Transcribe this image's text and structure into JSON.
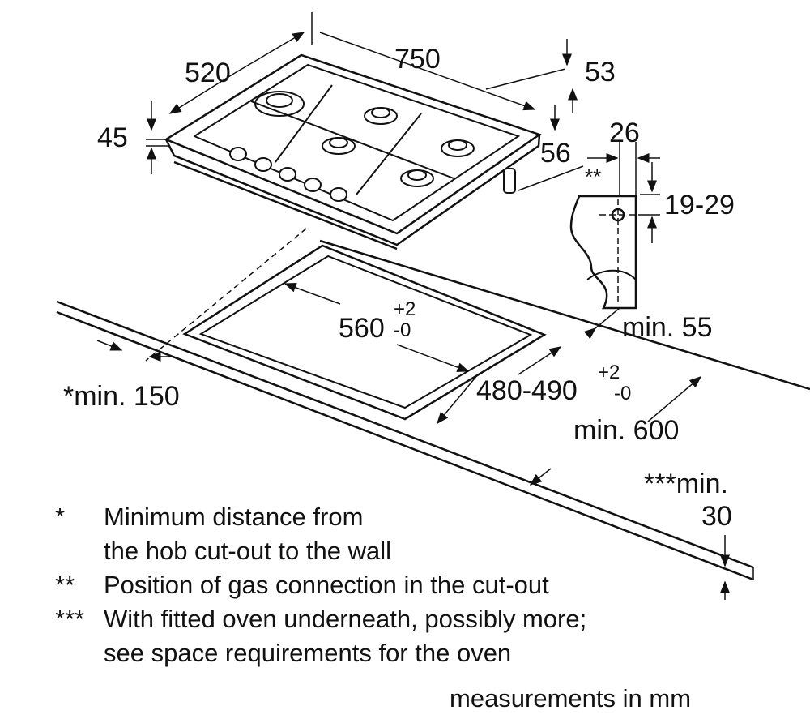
{
  "dimensions": {
    "hob_depth": "520",
    "hob_width": "750",
    "right_offset": "53",
    "hob_height": "45",
    "gas_offset": "56",
    "profile_width": "26",
    "gas_marker": "**",
    "gas_height": "19-29",
    "cutout_width": "560",
    "cutout_width_tol_plus": "+2",
    "cutout_width_tol_minus": "-0",
    "cutout_depth": "480-490",
    "cutout_depth_tol_plus": "+2",
    "cutout_depth_tol_minus": "-0",
    "min_back": "min. 55",
    "min_wall": "*min. 150",
    "min_worktop": "min. 600",
    "min_thickness_label": "***min.",
    "min_thickness_value": "30"
  },
  "notes": [
    {
      "marker": "*",
      "text": "Minimum distance from",
      "text2": "the hob cut-out to the wall"
    },
    {
      "marker": "**",
      "text": "Position of gas connection in the cut-out"
    },
    {
      "marker": "***",
      "text": "With fitted oven underneath, possibly more;",
      "text2": "see space requirements for the oven"
    }
  ],
  "units_note": "measurements in mm",
  "colors": {
    "line": "#111111",
    "background": "#ffffff"
  }
}
